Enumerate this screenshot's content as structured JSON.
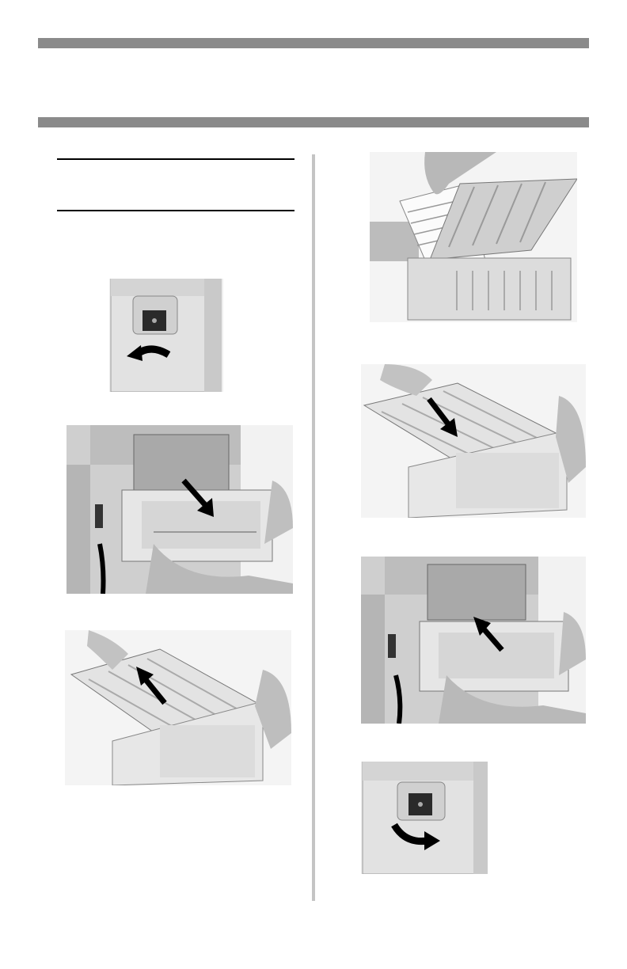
{
  "page": {
    "top_bar": "",
    "section_bar": "",
    "note_heading": "",
    "text_blocks": []
  },
  "figures": [
    {
      "id": "fig-1",
      "subject": "side-lever",
      "arrow": "counterclockwise"
    },
    {
      "id": "fig-2",
      "subject": "duplex-unit-removal",
      "arrow": "outward"
    },
    {
      "id": "fig-3",
      "subject": "duplex-cover-lift",
      "arrow": "up"
    },
    {
      "id": "fig-4",
      "subject": "paper-removal",
      "arrow": "none"
    },
    {
      "id": "fig-5",
      "subject": "duplex-cover-close",
      "arrow": "down"
    },
    {
      "id": "fig-6",
      "subject": "duplex-unit-reinsert",
      "arrow": "inward"
    },
    {
      "id": "fig-7",
      "subject": "side-lever",
      "arrow": "clockwise"
    }
  ],
  "colors": {
    "header_bar": "#8a8a8a",
    "column_divider": "#c4c4c4",
    "rule": "#000000",
    "photo_bg": "#f4f4f4"
  }
}
